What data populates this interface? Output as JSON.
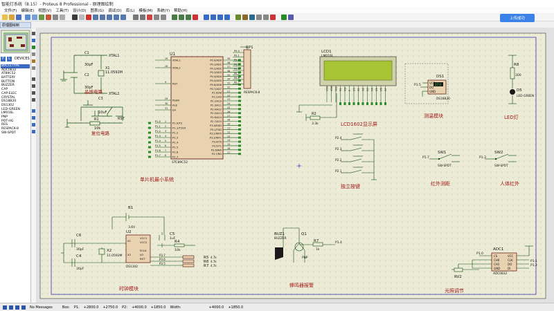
{
  "window": {
    "title": "智能灯系统（8.15）- Proteus 8 Professional - 原理图绘制"
  },
  "menu": [
    "文件(F)",
    "编辑(E)",
    "视图(V)",
    "工具(T)",
    "设计(D)",
    "图表(G)",
    "调试(D)",
    "库(L)",
    "模板(M)",
    "系统(Y)",
    "帮助(H)"
  ],
  "toolbar": {
    "upload_label": "上传成功"
  },
  "tab": {
    "label": "原理图绘制"
  },
  "panel": {
    "mode_p": "P",
    "mode_l": "L",
    "devices_label": "DEVICES",
    "devices": [
      "80C51TYPE",
      "ADC0832",
      "AT89C52",
      "BATTERY",
      "BUTTON",
      "BUZZER",
      "CAP",
      "CAP-ELEC",
      "CRYSTAL",
      "DS18B20",
      "DS1302",
      "LED-GREEN",
      "LM016L",
      "PNP",
      "POT-HG",
      "RES",
      "RESPACK-8",
      "SW-SPDT"
    ],
    "selected_index": 0
  },
  "schematic": {
    "crystal": {
      "title": "晶振电路",
      "c1": "C1",
      "c1v": "30pF",
      "c2": "C2",
      "c2v": "30pF",
      "x1": "X1",
      "x1v": "11.0592M",
      "xtal1": "XTAL1",
      "xtal2": "XTAL2"
    },
    "reset": {
      "title": "复位电路",
      "c3": "C3",
      "c3v": "10uF",
      "r1": "R1",
      "r1v": "10k",
      "rst": "RST"
    },
    "mcu": {
      "title": "单片机最小系统",
      "ref": "U1",
      "part": "STC89C52",
      "left_pins": [
        "XTAL1",
        "XTAL2",
        "RST",
        "PSEN",
        "ALE",
        "EA",
        "P1.0/T2",
        "P1.1/T2EX",
        "P1.2",
        "P1.3",
        "P1.4",
        "P1.5",
        "P1.6",
        "P1.7"
      ],
      "left_nums": [
        "19",
        "18",
        "9",
        "29",
        "30",
        "31",
        "1",
        "2",
        "3",
        "4",
        "5",
        "6",
        "7",
        "8"
      ],
      "right_pins": [
        "P0.0/AD0",
        "P0.1/AD1",
        "P0.2/AD2",
        "P0.3/AD3",
        "P0.4/AD4",
        "P0.5/AD5",
        "P0.6/AD6",
        "P0.7/AD7",
        "P2.0/A8",
        "P2.1/A9",
        "P2.2/A10",
        "P2.3/A11",
        "P2.4/A12",
        "P2.5/A13",
        "P2.6/A14",
        "P2.7/A15",
        "P3.0/RXD",
        "P3.1/TXD",
        "P3.2/INT0",
        "P3.3/INT1",
        "P3.4/T0",
        "P3.5/T1",
        "P3.6/WR",
        "P3.7/RD"
      ],
      "right_nums": [
        "39",
        "38",
        "37",
        "36",
        "35",
        "34",
        "33",
        "32",
        "21",
        "22",
        "23",
        "24",
        "25",
        "26",
        "27",
        "28",
        "10",
        "11",
        "12",
        "13",
        "14",
        "15",
        "16",
        "17"
      ],
      "nets_left": [
        "P1.0",
        "P1.1",
        "P1.2",
        "P1.3",
        "P1.4",
        "P1.5",
        "P1.6",
        "P1.7"
      ]
    },
    "rp1": {
      "ref": "RP1",
      "part": "RESPACK-8",
      "nets": [
        "P0.0",
        "P0.1",
        "P0.2",
        "P0.3",
        "P0.4",
        "P0.5",
        "P0.6",
        "P0.7"
      ]
    },
    "lcd": {
      "ref": "LCD1",
      "part": "LM016L",
      "title": "LCD1602显示屏",
      "r2": "R2",
      "r2v": "3.3k",
      "pins": [
        "VSS",
        "VDD",
        "VEE",
        "RS",
        "RW",
        "E",
        "D0",
        "D1",
        "D2",
        "D3",
        "D4",
        "D5",
        "D6",
        "D7"
      ]
    },
    "temp": {
      "title": "测温模块",
      "ref": "DS1",
      "part": "DS18B20",
      "net": "P1.5",
      "pins": [
        "VCC",
        "DQ",
        "GND"
      ],
      "reading": "27.0"
    },
    "led": {
      "title": "LED灯",
      "r8": "R8",
      "r8v": "300",
      "d5": "D5",
      "d5v": "LED-GREEN"
    },
    "keys": {
      "title": "独立按键",
      "nets": [
        "P2.4",
        "P2.3",
        "P2.2",
        "P2.1"
      ]
    },
    "sw1": {
      "title": "红外测距",
      "ref": "SW1",
      "part": "SW-SPDT",
      "net": "P1.7"
    },
    "sw2": {
      "title": "人体红外",
      "ref": "SW2",
      "part": "SW-SPDT",
      "net": "P1.3"
    },
    "clock": {
      "title": "时钟模块",
      "ref": "U2",
      "part": "DS1302",
      "b1": "B1",
      "b1v": "3.6V",
      "c5": "C5",
      "c5v": "1uF",
      "r4": "R4",
      "r4v": "10k",
      "c6": "C6",
      "c6v": "30pF",
      "c4": "C4",
      "c4v": "30pF",
      "x2": "X2",
      "x2v": "11.0592M",
      "pins_l": [
        "X1",
        "X2"
      ],
      "pins_r": [
        "VCC1",
        "VCC2",
        "SCLK",
        "I/O",
        "RST"
      ],
      "nets": [
        "P3.7",
        "P3.6",
        "P3.5"
      ],
      "r5": "R5",
      "r6": "R6",
      "r7": "R7",
      "rv": "4.7k"
    },
    "buzzer": {
      "title": "蜂鸣器报警",
      "ref": "BUZ1",
      "part": "BUZZER",
      "q1": "Q1",
      "q1v": "PNP",
      "r3": "R7",
      "r3v": "1k",
      "net": "P1.4"
    },
    "adc": {
      "title": "光照调节",
      "ref": "ADC1",
      "part": "ADC0832",
      "rv": "RV2",
      "net": "P1.0",
      "pins_l": [
        "CS",
        "CH0",
        "CH1",
        "GND"
      ],
      "pins_r": [
        "VCC",
        "CLK",
        "DO",
        "DI"
      ],
      "nets_r": [
        "P1.1",
        "P1.2"
      ]
    }
  },
  "status": {
    "messages": "No Messages",
    "box_label": "Box:",
    "p1": "P1:",
    "p1v": "+2800.0",
    "p1w": "+2750.0",
    "p2": "P2:",
    "p2v": "+4000.0",
    "p2w": "+1850.0",
    "width": "Width:",
    "coord_x": "+4000.0",
    "coord_y": "+1850.0"
  }
}
